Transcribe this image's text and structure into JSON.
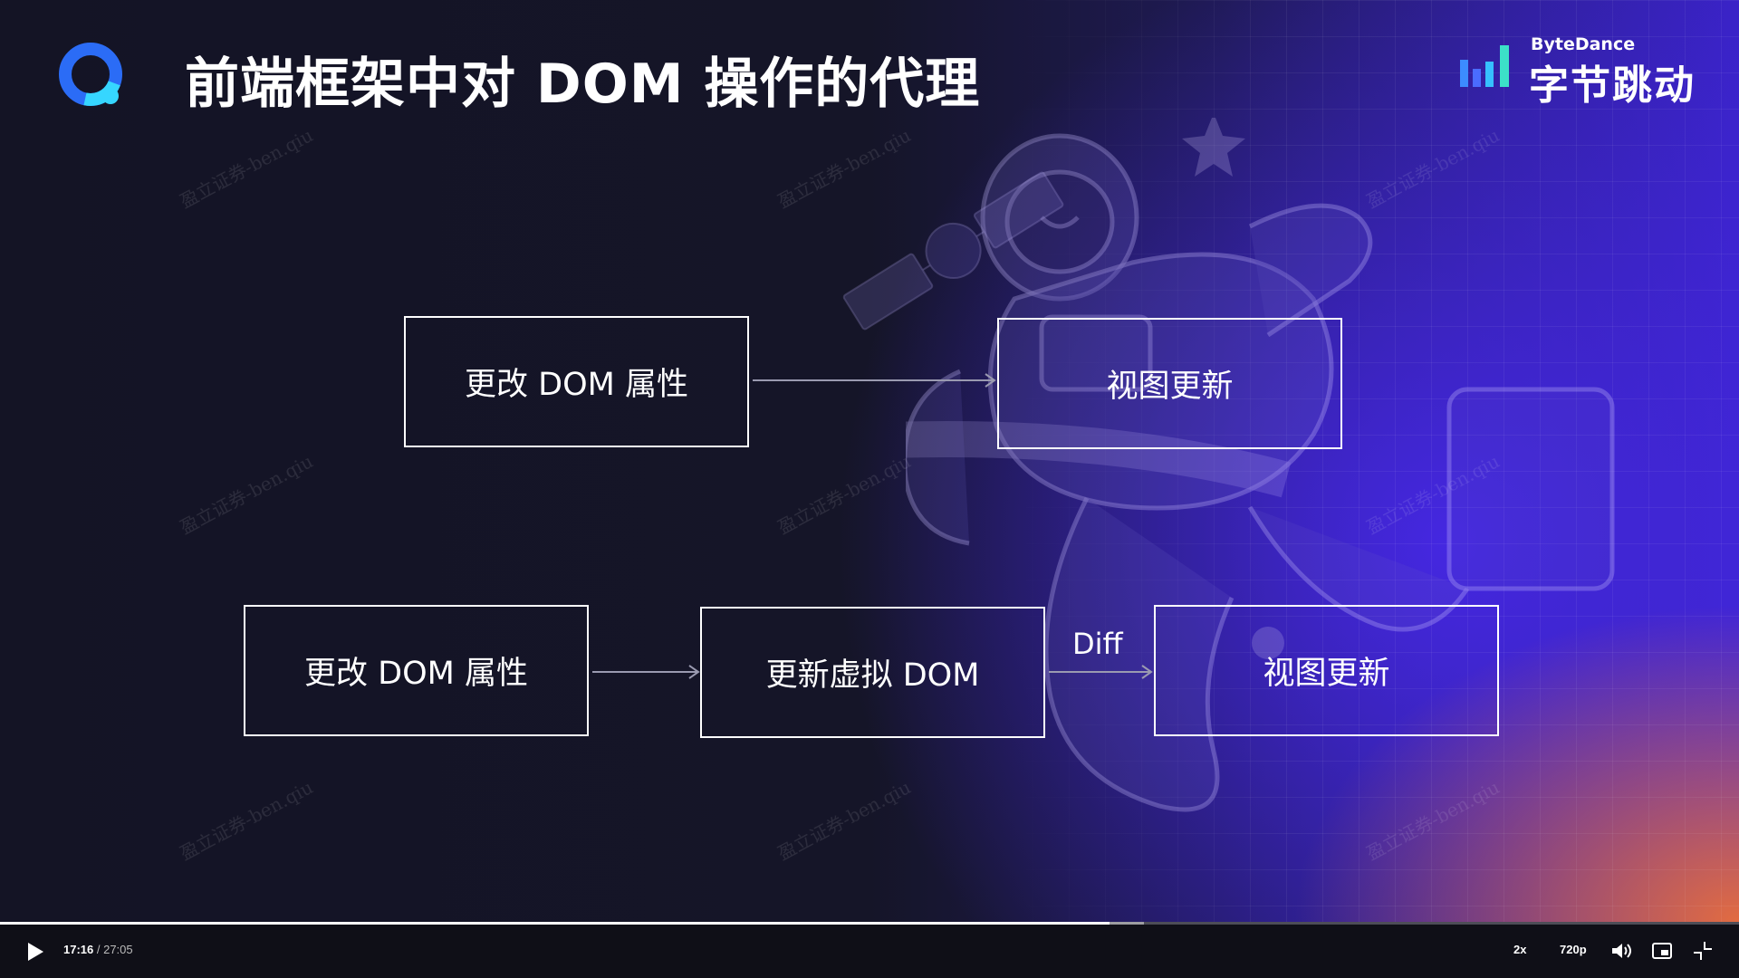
{
  "slide": {
    "title": "前端框架中对 DOM 操作的代理",
    "brand_en": "ByteDance",
    "brand_cn": "字节跳动",
    "watermark": "盈立证券-ben.qiu",
    "flow1": {
      "box1": "更改 DOM 属性",
      "box2": "视图更新"
    },
    "flow2": {
      "box1": "更改 DOM 属性",
      "box2": "更新虚拟 DOM",
      "arrow_label": "Diff",
      "box3": "视图更新"
    }
  },
  "player": {
    "current_time": "17:16",
    "separator": " / ",
    "duration": "27:05",
    "progress_fraction": 0.638,
    "buffer_fraction": 0.658,
    "speed": "2x",
    "quality": "720p",
    "icons": [
      "play-icon",
      "volume-icon",
      "pip-icon",
      "exit-fullscreen-icon"
    ]
  },
  "colors": {
    "accent_blue": "#2b6cf6",
    "accent_cyan": "#36d6ff",
    "background": "#12121f",
    "glow_purple": "#4628e6",
    "glow_orange": "#ff7828"
  }
}
